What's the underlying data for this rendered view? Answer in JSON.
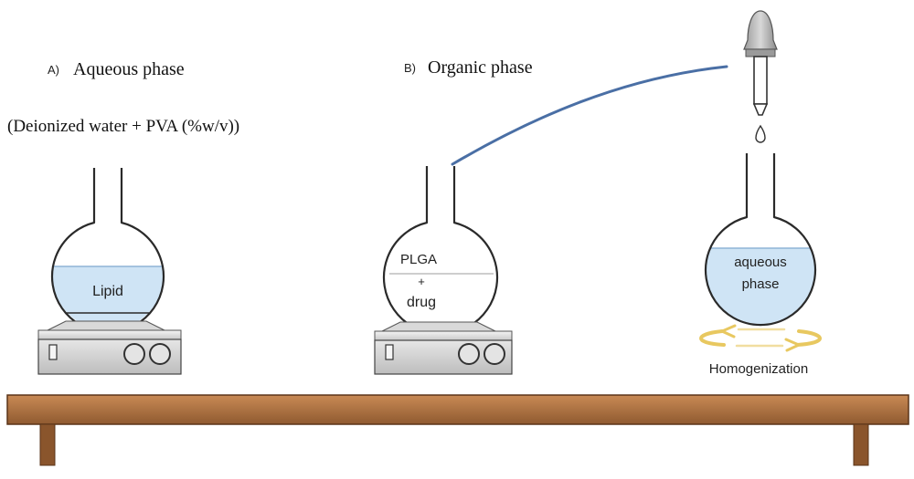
{
  "labels": {
    "a_letter": "A)",
    "a_title": "Aqueous phase",
    "a_subtitle": "(Deionized water + PVA (%w/v))",
    "b_letter": "B)",
    "b_title": "Organic phase"
  },
  "flasks": {
    "flask_a_content": "Lipid",
    "flask_b_line1": "PLGA",
    "flask_b_line2": "+",
    "flask_b_line3": "drug",
    "flask_c_line1": "aqueous",
    "flask_c_line2": "phase"
  },
  "process_label": "Homogenization",
  "icons": [
    "dropper-icon",
    "hot-plate-stirrer-icon",
    "rotation-arrows-icon"
  ],
  "colors": {
    "liquid": "#cfe4f5",
    "tube_line": "#4a6fa5",
    "arrow": "#e8c860",
    "table_top": "#a86a3c",
    "table_legs": "#7a4a26"
  }
}
